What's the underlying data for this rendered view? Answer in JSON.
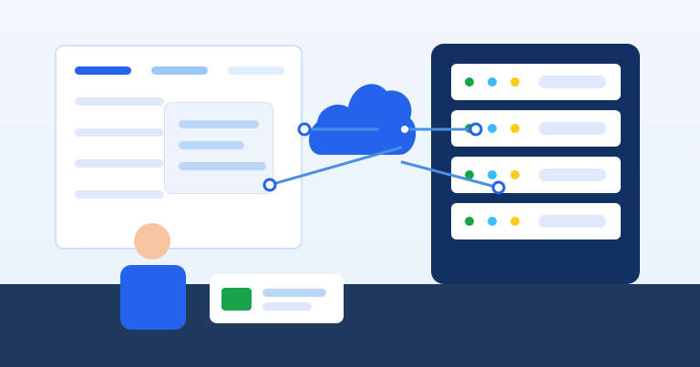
{
  "colors": {
    "background": "#eaf4fc",
    "floor": "#1f3a5c",
    "window_border": "#cfe2fb",
    "accent_blue": "#2563eb",
    "light_blue": "#9bc8f7",
    "pale_blue": "#dfe9fb",
    "rack": "#133063",
    "connector": "#4a90e2",
    "led_green": "#16a34a",
    "led_cyan": "#38bdf8",
    "led_yellow": "#facc15",
    "skin": "#f7c4a0",
    "chip_green": "#16a34a"
  },
  "icons": {
    "cloud": "cloud-icon",
    "person": "person-icon",
    "server": "server-icon"
  },
  "rack": {
    "units": [
      {
        "leds": [
          "green",
          "cyan",
          "yellow"
        ]
      },
      {
        "leds": [
          "green",
          "cyan",
          "yellow"
        ]
      },
      {
        "leds": [
          "green",
          "cyan",
          "yellow"
        ]
      },
      {
        "leds": [
          "green",
          "cyan",
          "yellow"
        ]
      }
    ]
  }
}
